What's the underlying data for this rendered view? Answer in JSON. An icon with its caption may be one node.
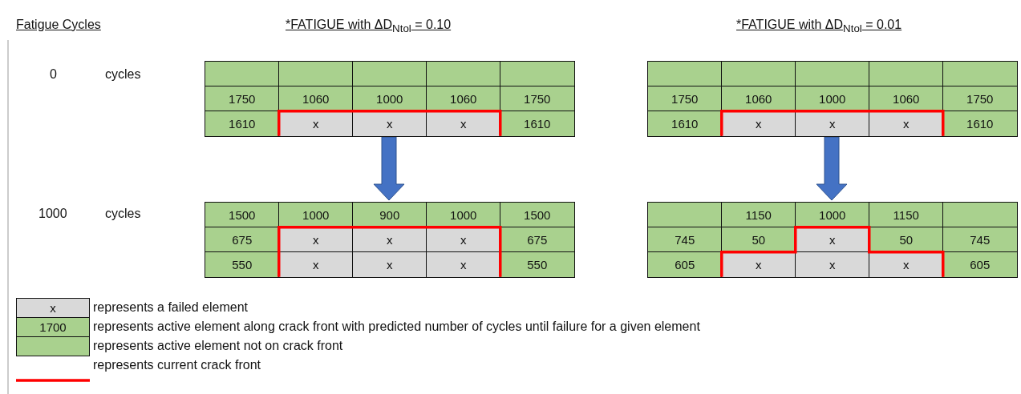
{
  "diagram": {
    "nodes": [
      {
        "text": [
          "1750",
          "1060",
          "1000",
          "1060",
          "1750",
          "1610",
          "x",
          "x",
          "x",
          "1610"
        ]
      },
      {
        "text": [
          "1500",
          "1000",
          "900",
          "1000",
          "1500",
          "675",
          "x",
          "x",
          "x",
          "675",
          "550",
          "x",
          "x",
          "x",
          "550"
        ]
      },
      {
        "text": [
          "1750",
          "1060",
          "1000",
          "1060",
          "1750",
          "1610",
          "x",
          "x",
          "x",
          "1610"
        ]
      },
      {
        "text": [
          "1150",
          "1000",
          "1150",
          "745",
          "50",
          "x",
          "50",
          "745",
          "605",
          "x",
          "x",
          "x",
          "605"
        ]
      }
    ],
    "edges": [
      {
        "from": 0,
        "to": 1,
        "arrow": "to"
      },
      {
        "from": 2,
        "to": 3,
        "arrow": "to"
      }
    ],
    "labels": [
      "Fatigue Cycles",
      "*FATIGUE with ΔD$_{Ntol}$ = 0.10",
      "*FATIGUE with ΔD$_{Ntol}$ = 0.01",
      "0",
      "cycles",
      "1000",
      "cycles",
      "x",
      "1700"
    ],
    "legend": [
      {
        "text": "represents a failed element",
        "color": "#d9d9d9"
      },
      {
        "text": "represents active element along crack front with predicted number of cycles until failure for a given element",
        "color": "#a9d18e"
      },
      {
        "text": "represents active element not on crack front",
        "color": "#a9d18e"
      },
      {
        "text": "represents current crack front"
      }
    ]
  }
}
